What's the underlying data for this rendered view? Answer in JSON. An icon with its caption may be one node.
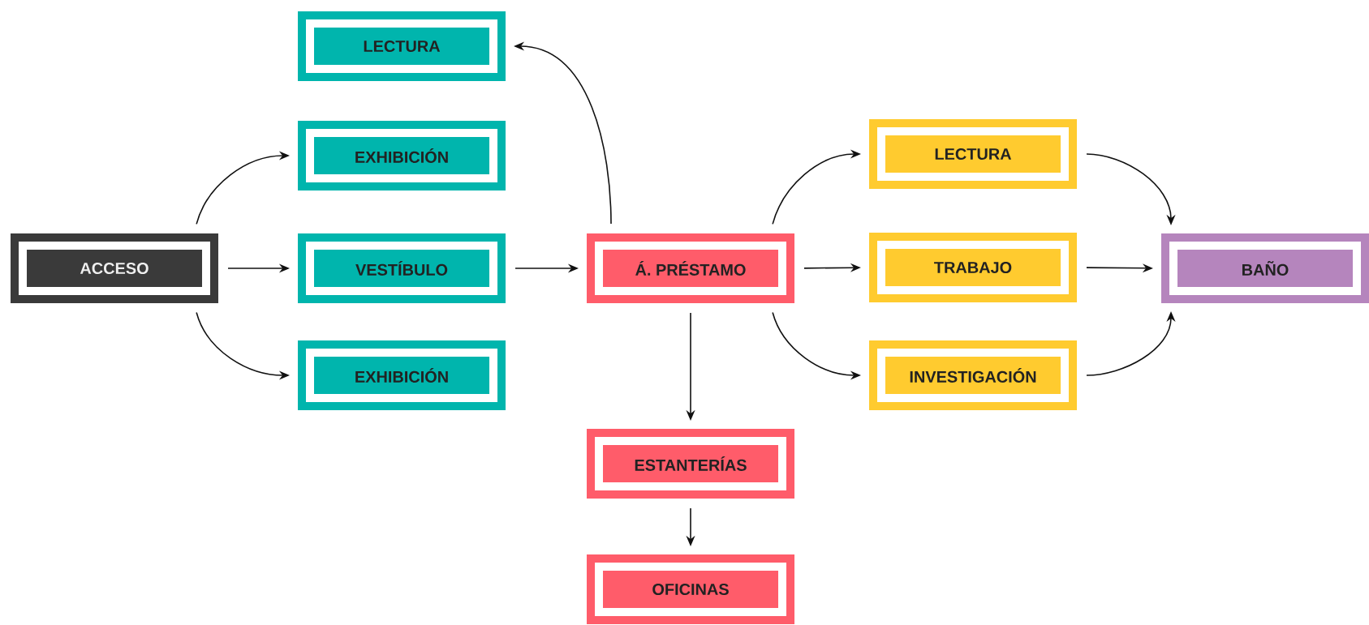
{
  "diagram": {
    "nodes": [
      {
        "text": [
          "ACCESO"
        ]
      },
      {
        "text": [
          "LECTURA"
        ]
      },
      {
        "text": [
          "EXHIBICIÓN"
        ]
      },
      {
        "text": [
          "VESTÍBULO"
        ]
      },
      {
        "text": [
          "EXHIBICIÓN"
        ]
      },
      {
        "text": [
          "Á. PRÉSTAMO"
        ]
      },
      {
        "text": [
          "ESTANTERÍAS"
        ]
      },
      {
        "text": [
          "OFICINAS"
        ]
      },
      {
        "text": [
          "LECTURA"
        ]
      },
      {
        "text": [
          "TRABAJO"
        ]
      },
      {
        "text": [
          "INVESTIGACIÓN"
        ]
      },
      {
        "text": [
          "BAÑO"
        ]
      }
    ],
    "edges": [
      {
        "from": 0,
        "to": 2,
        "arrow": "to"
      },
      {
        "from": 0,
        "to": 3,
        "arrow": "to"
      },
      {
        "from": 0,
        "to": 4,
        "arrow": "to"
      },
      {
        "from": 3,
        "to": 5,
        "arrow": "to"
      },
      {
        "from": 5,
        "to": 1,
        "arrow": "to"
      },
      {
        "from": 5,
        "to": 8,
        "arrow": "to"
      },
      {
        "from": 5,
        "to": 9,
        "arrow": "to"
      },
      {
        "from": 5,
        "to": 10,
        "arrow": "to"
      },
      {
        "from": 5,
        "to": 6,
        "arrow": "to"
      },
      {
        "from": 6,
        "to": 7,
        "arrow": "to"
      },
      {
        "from": 8,
        "to": 11,
        "arrow": "to"
      },
      {
        "from": 9,
        "to": 11,
        "arrow": "to"
      },
      {
        "from": 10,
        "to": 11,
        "arrow": "to"
      }
    ]
  }
}
